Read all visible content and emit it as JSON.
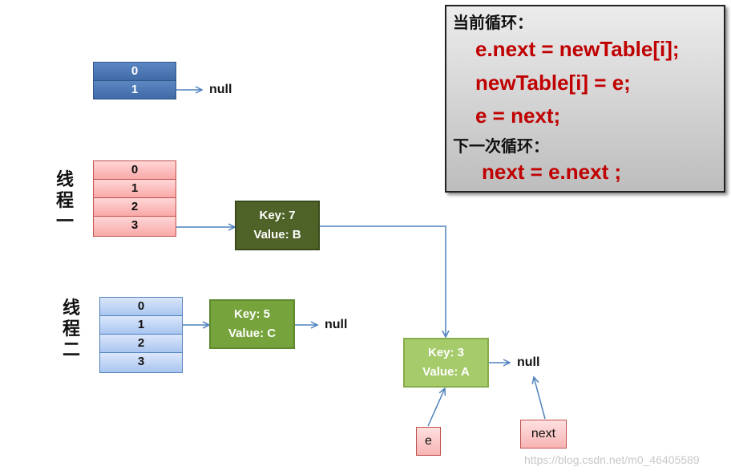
{
  "code_box": {
    "heading_current": "当前循环：",
    "current_lines": [
      "e.next = newTable[i];",
      "newTable[i] = e;",
      "e = next;"
    ],
    "heading_next": "下一次循环：",
    "next_lines": [
      "next = e.next ;"
    ]
  },
  "top_table": {
    "indices": [
      "0",
      "1"
    ],
    "null_label": "null"
  },
  "thread_one": {
    "label": [
      "线",
      "程",
      "一"
    ],
    "indices": [
      "0",
      "1",
      "2",
      "3"
    ],
    "node": {
      "key": "Key: 7",
      "value": "Value: B"
    }
  },
  "thread_two": {
    "label": [
      "线",
      "程",
      "二"
    ],
    "indices": [
      "0",
      "1",
      "2",
      "3"
    ],
    "node": {
      "key": "Key: 5",
      "value": "Value: C"
    },
    "null_label": "null"
  },
  "node_a": {
    "key": "Key: 3",
    "value": "Value: A",
    "null_label": "null"
  },
  "pointers": {
    "e": "e",
    "next": "next"
  },
  "watermark": "https://blog.csdn.net/m0_46405589",
  "colors": {
    "code_red": "#c00000",
    "arrow": "#4f81bd"
  }
}
